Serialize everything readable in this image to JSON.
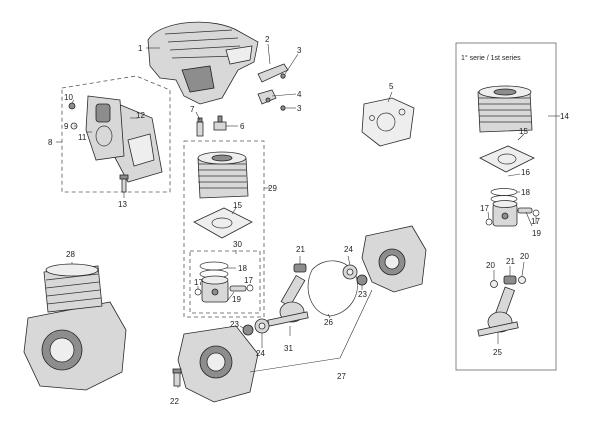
{
  "series_panel": {
    "title": "1° serie / 1st series"
  },
  "callouts": [
    {
      "id": "c1",
      "text": "1"
    },
    {
      "id": "c2",
      "text": "2"
    },
    {
      "id": "c3a",
      "text": "3"
    },
    {
      "id": "c3b",
      "text": "3"
    },
    {
      "id": "c4",
      "text": "4"
    },
    {
      "id": "c5",
      "text": "5"
    },
    {
      "id": "c6",
      "text": "6"
    },
    {
      "id": "c7",
      "text": "7"
    },
    {
      "id": "c8",
      "text": "8"
    },
    {
      "id": "c9",
      "text": "9"
    },
    {
      "id": "c10",
      "text": "10"
    },
    {
      "id": "c11",
      "text": "11"
    },
    {
      "id": "c12",
      "text": "12"
    },
    {
      "id": "c13",
      "text": "13"
    },
    {
      "id": "c14",
      "text": "14"
    },
    {
      "id": "c15a",
      "text": "15"
    },
    {
      "id": "c15b",
      "text": "15"
    },
    {
      "id": "c16",
      "text": "16"
    },
    {
      "id": "c17a",
      "text": "17"
    },
    {
      "id": "c17b",
      "text": "17"
    },
    {
      "id": "c17c",
      "text": "17"
    },
    {
      "id": "c17d",
      "text": "17"
    },
    {
      "id": "c18a",
      "text": "18"
    },
    {
      "id": "c18b",
      "text": "18"
    },
    {
      "id": "c19a",
      "text": "19"
    },
    {
      "id": "c19b",
      "text": "19"
    },
    {
      "id": "c20a",
      "text": "20"
    },
    {
      "id": "c20b",
      "text": "20"
    },
    {
      "id": "c21a",
      "text": "21"
    },
    {
      "id": "c21b",
      "text": "21"
    },
    {
      "id": "c22",
      "text": "22"
    },
    {
      "id": "c23a",
      "text": "23"
    },
    {
      "id": "c23b",
      "text": "23"
    },
    {
      "id": "c24a",
      "text": "24"
    },
    {
      "id": "c24b",
      "text": "24"
    },
    {
      "id": "c25",
      "text": "25"
    },
    {
      "id": "c26",
      "text": "26"
    },
    {
      "id": "c27",
      "text": "27"
    },
    {
      "id": "c28",
      "text": "28"
    },
    {
      "id": "c29",
      "text": "29"
    },
    {
      "id": "c30",
      "text": "30"
    },
    {
      "id": "c31",
      "text": "31"
    }
  ]
}
